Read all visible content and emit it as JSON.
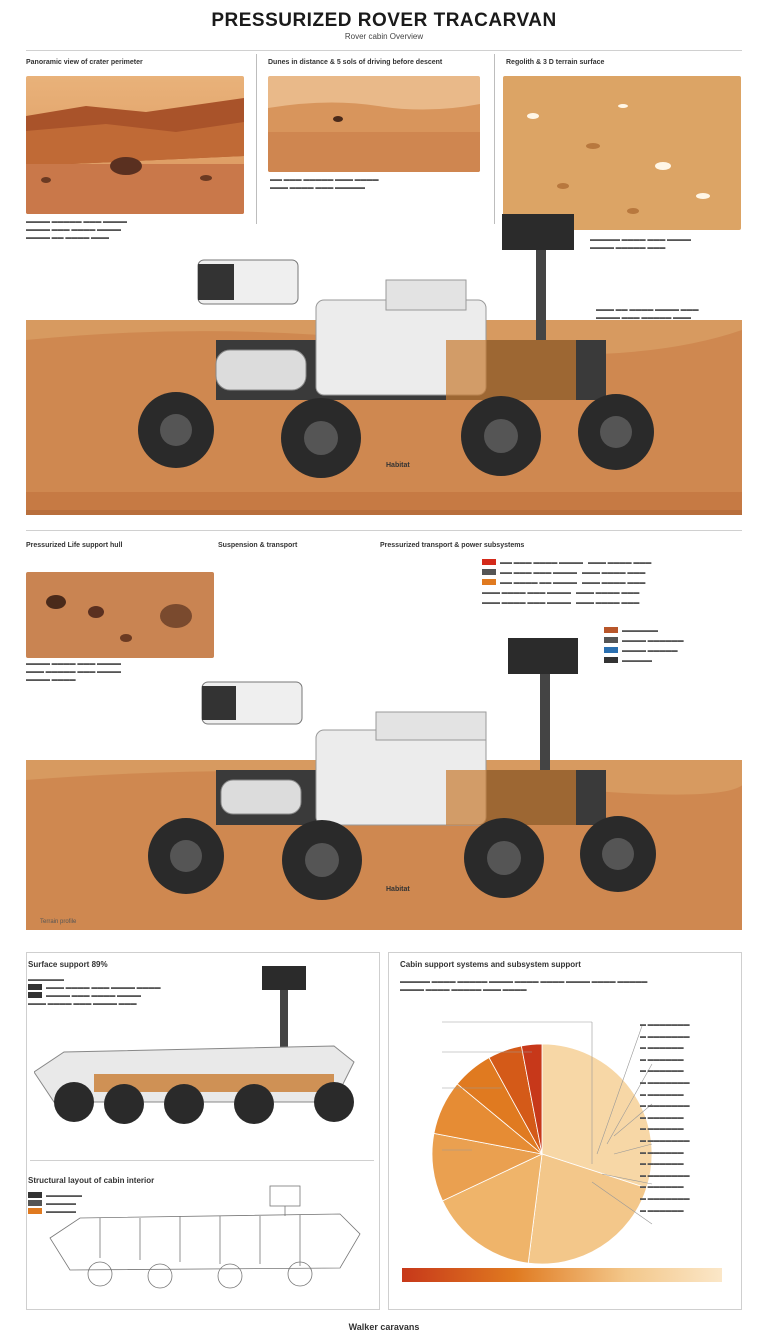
{
  "header": {
    "title": "PRESSURIZED ROVER TRACARVAN",
    "subtitle": "Rover cabin Overview"
  },
  "top_section": {
    "caption_left": "Panoramic view of crater perimeter",
    "caption_center": "Dunes in distance & 5 sols of driving before descent",
    "caption_right": "Regolith & 3 D terrain surface",
    "rover_label": "Habitat"
  },
  "mid_section": {
    "caption_left": "Pressurized Life support hull",
    "caption_center": "Suspension & transport",
    "caption_right": "Pressurized transport & power subsystems",
    "rover_label": "Habitat",
    "bottom_left_note": "Terrain profile"
  },
  "lower_left": {
    "title": "Surface support 89%",
    "sub_title": "Structural layout of cabin interior"
  },
  "lower_right": {
    "title": "Cabin support systems and subsystem support"
  },
  "footer": {
    "text": "Walker caravans"
  },
  "colors": {
    "mars_sand": "#d48a4a",
    "mars_dark": "#9c4b22",
    "rover_white": "#ececec",
    "accent_orange": "#e07a20",
    "accent_red": "#d42a1a",
    "accent_blue": "#2a6fb0"
  },
  "chart_data": {
    "type": "pie",
    "title": "Cabin support systems and subsystem support",
    "values": [
      30,
      22,
      16,
      10,
      8,
      6,
      5,
      3
    ],
    "colors": [
      "#f7d7a6",
      "#f3c78a",
      "#efb46a",
      "#eaa050",
      "#e68c34",
      "#e07a20",
      "#d45a18",
      "#c7381a"
    ]
  },
  "icons": [
    "rover-icon",
    "mast-camera-icon",
    "antenna-icon"
  ]
}
